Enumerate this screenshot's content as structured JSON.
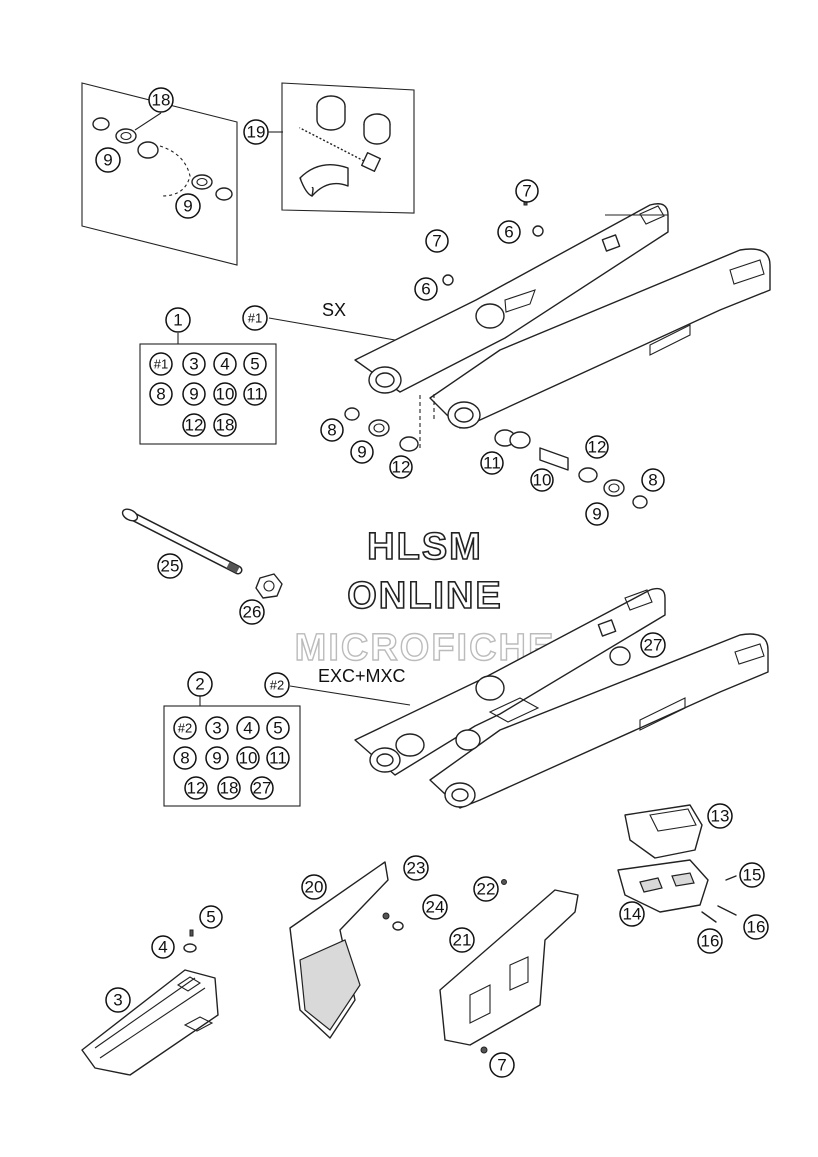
{
  "labels": {
    "sx": "SX",
    "exc_mxc": "EXC+MXC"
  },
  "watermark": {
    "line1": "HLSM",
    "line2": "ONLINE",
    "line3": "MICROFICHE"
  },
  "kits": {
    "kit1": {
      "ref": "1",
      "contents": [
        [
          "#1",
          "3",
          "4",
          "5"
        ],
        [
          "8",
          "9",
          "10",
          "11"
        ],
        [
          "12",
          "18"
        ]
      ]
    },
    "kit2": {
      "ref": "2",
      "contents": [
        [
          "#2",
          "3",
          "4",
          "5"
        ],
        [
          "8",
          "9",
          "10",
          "11"
        ],
        [
          "12",
          "18",
          "27"
        ]
      ]
    }
  },
  "callouts": {
    "c18": "18",
    "c9a": "9",
    "c9b": "9",
    "c19": "19",
    "c7a": "7",
    "c6a": "6",
    "c7b": "7",
    "c6b": "6",
    "c1ref": "#1",
    "c8a": "8",
    "c9c": "9",
    "c12a": "12",
    "c11": "11",
    "c10": "10",
    "c12b": "12",
    "c9d": "9",
    "c8b": "8",
    "c25": "25",
    "c26": "26",
    "c27": "27",
    "c2ref": "#2",
    "c13": "13",
    "c14": "14",
    "c15": "15",
    "c16a": "16",
    "c16b": "16",
    "c20": "20",
    "c23": "23",
    "c24": "24",
    "c22": "22",
    "c21": "21",
    "c7c": "7",
    "c5": "5",
    "c4": "4",
    "c3": "3"
  }
}
